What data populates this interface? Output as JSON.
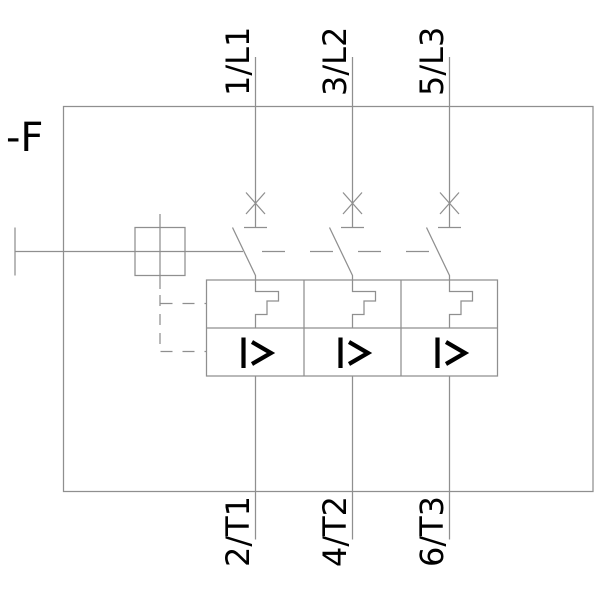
{
  "diagram": {
    "device_label": "-F",
    "line_terminals": [
      "1/L1",
      "3/L2",
      "5/L3"
    ],
    "load_terminals": [
      "2/T1",
      "4/T2",
      "6/T3"
    ],
    "overcurrent_symbol": "I>",
    "colors": {
      "line": "#8f8f8f",
      "ink": "#000000",
      "background": "#ffffff"
    }
  }
}
